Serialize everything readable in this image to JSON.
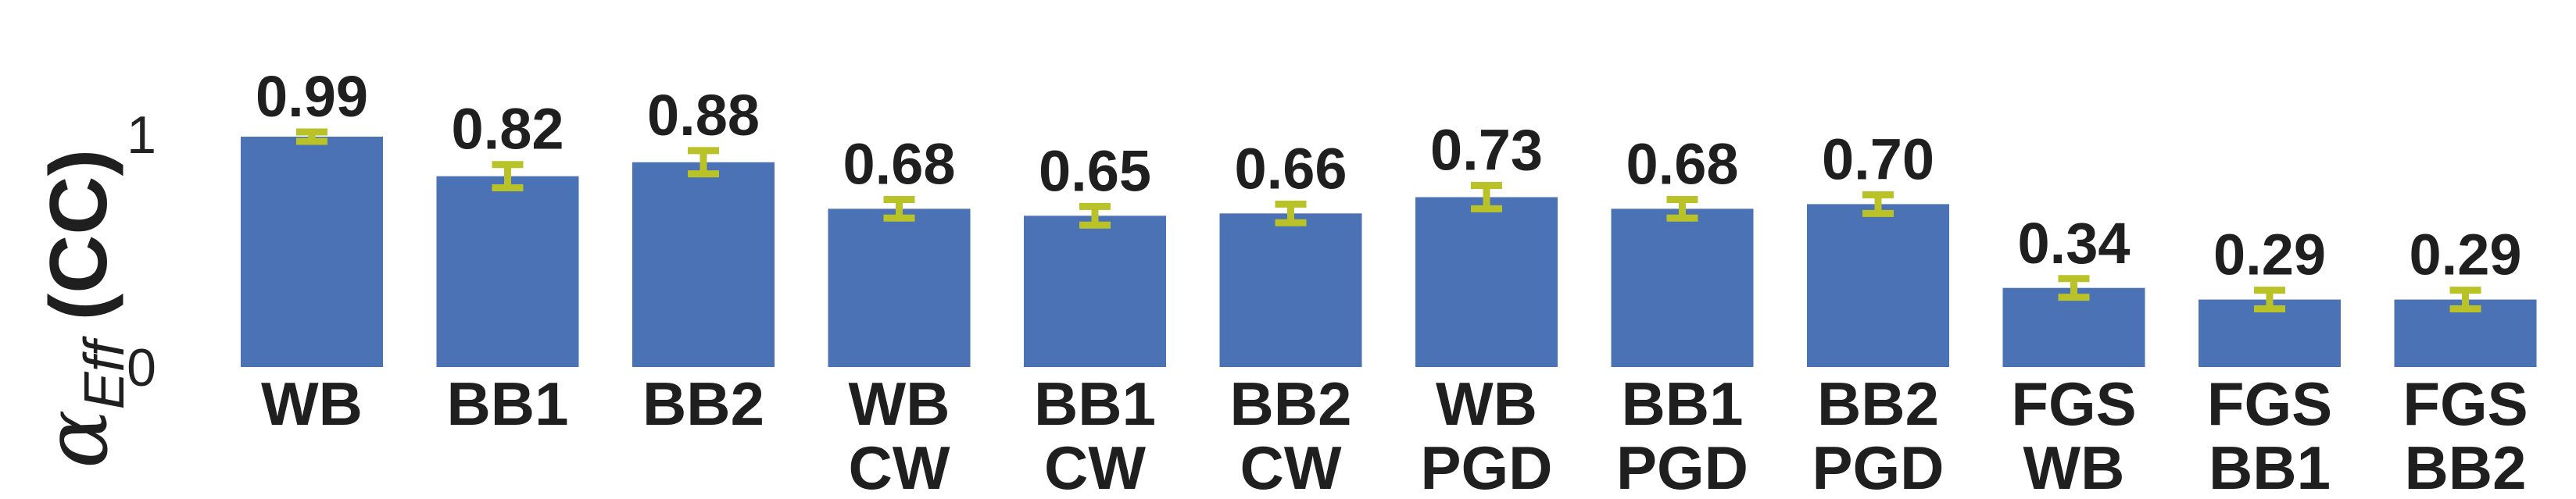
{
  "chart_data": {
    "type": "bar",
    "categories": [
      [
        "WB"
      ],
      [
        "BB1"
      ],
      [
        "BB2"
      ],
      [
        "WB",
        "CW"
      ],
      [
        "BB1",
        "CW"
      ],
      [
        "BB2",
        "CW"
      ],
      [
        "WB",
        "PGD"
      ],
      [
        "BB1",
        "PGD"
      ],
      [
        "BB2",
        "PGD"
      ],
      [
        "FGS",
        "WB"
      ],
      [
        "FGS",
        "BB1"
      ],
      [
        "FGS",
        "BB2"
      ]
    ],
    "values": [
      0.99,
      0.82,
      0.88,
      0.68,
      0.65,
      0.66,
      0.73,
      0.68,
      0.7,
      0.34,
      0.29,
      0.29
    ],
    "value_labels": [
      "0.99",
      "0.82",
      "0.88",
      "0.68",
      "0.65",
      "0.66",
      "0.73",
      "0.68",
      "0.70",
      "0.34",
      "0.29",
      "0.29"
    ],
    "errors": [
      0.02,
      0.05,
      0.05,
      0.04,
      0.04,
      0.04,
      0.05,
      0.04,
      0.04,
      0.04,
      0.04,
      0.04
    ],
    "ylabel": {
      "symbol": "α",
      "subscript": "Eff",
      "suffix": "(CC)"
    },
    "yticks": [
      {
        "value": 0,
        "label": "0"
      },
      {
        "value": 1,
        "label": "1"
      }
    ],
    "ylim": [
      0,
      1.0
    ],
    "grid": false,
    "legend": "none",
    "colors": {
      "bar": "#4a72b4",
      "errorbar": "#b9c227",
      "text": "#1f1f1f"
    }
  }
}
